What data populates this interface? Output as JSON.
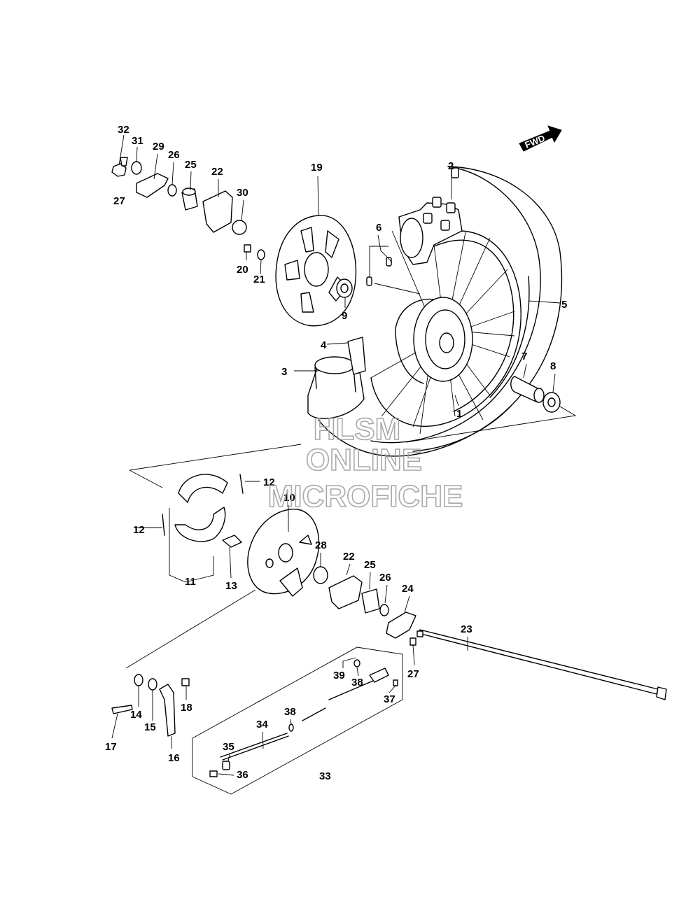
{
  "diagram": {
    "fwd_label": "FWD",
    "watermark": [
      "HLSM",
      "ONLINE",
      "MICROFICHE"
    ],
    "callouts": {
      "c1": "1",
      "c2": "2",
      "c3": "3",
      "c4": "4",
      "c5": "5",
      "c6": "6",
      "c7": "7",
      "c8": "8",
      "c9": "9",
      "c10": "10",
      "c11": "11",
      "c12a": "12",
      "c12b": "12",
      "c13": "13",
      "c14": "14",
      "c15": "15",
      "c16": "16",
      "c17": "17",
      "c18": "18",
      "c19": "19",
      "c20": "20",
      "c21": "21",
      "c22a": "22",
      "c22b": "22",
      "c23": "23",
      "c24": "24",
      "c25a": "25",
      "c25b": "25",
      "c26a": "26",
      "c26b": "26",
      "c27a": "27",
      "c27b": "27",
      "c28": "28",
      "c29": "29",
      "c30": "30",
      "c31": "31",
      "c32": "32",
      "c33": "33",
      "c34": "34",
      "c35": "35",
      "c36": "36",
      "c37": "37",
      "c38a": "38",
      "c38b": "38",
      "c39": "39"
    }
  }
}
